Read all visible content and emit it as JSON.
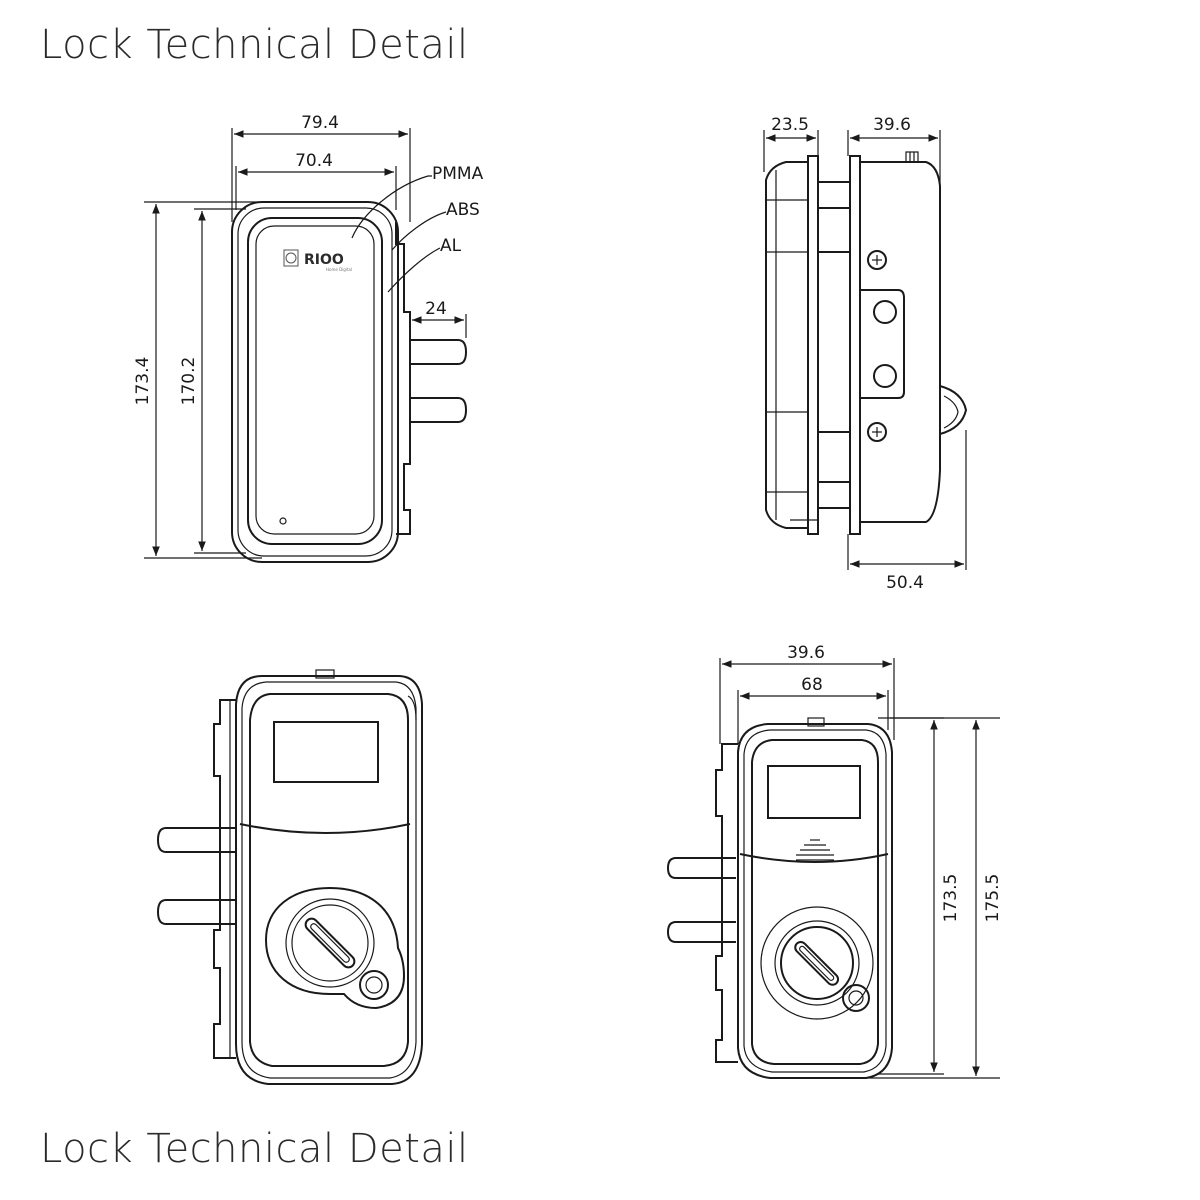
{
  "title_top": "Lock Technical Detail",
  "title_bottom": "Lock Technical Detail",
  "brand": {
    "name": "RIOO",
    "tagline": "Home Digital"
  },
  "front_view": {
    "width_outer": "79.4",
    "width_inner": "70.4",
    "height_outer": "173.4",
    "height_inner": "170.2",
    "bolt_length": "24",
    "materials": [
      "PMMA",
      "ABS",
      "AL"
    ]
  },
  "side_view": {
    "depth_left": "23.5",
    "depth_right": "39.6",
    "depth_total": "50.4"
  },
  "back_view_right": {
    "width_outer": "39.6",
    "width_inner": "68",
    "height_inner": "173.5",
    "height_outer": "175.5"
  },
  "colors": {
    "line": "#1a1a1a",
    "title": "#2b2b2b",
    "background": "#ffffff"
  }
}
